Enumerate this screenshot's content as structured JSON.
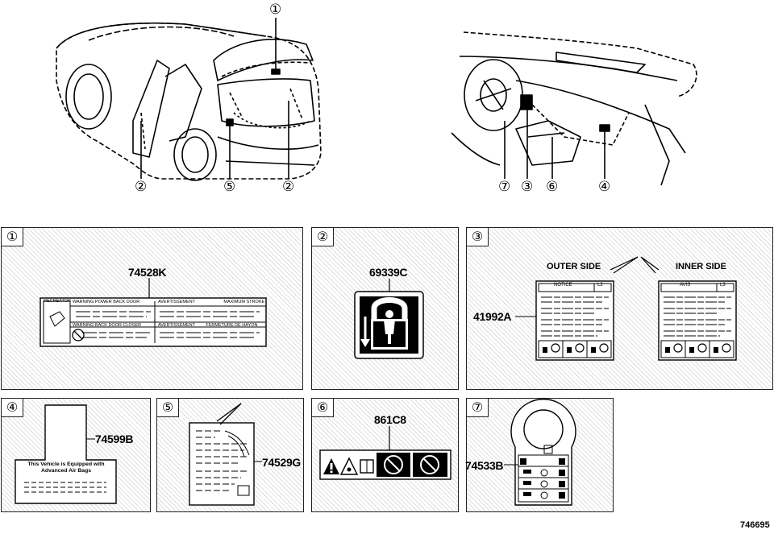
{
  "callouts": [
    "①",
    "②",
    "③",
    "④",
    "⑤",
    "⑥",
    "⑦"
  ],
  "panels": {
    "p1": {
      "num": "①",
      "part": "74528K",
      "label_cells": [
        "RECREATOR",
        "WARNING",
        "POWER",
        "BACK",
        "DOOR",
        "AVERTISSEMENT",
        "MAXIMUM STROKE",
        "WARNING",
        "BACK",
        "DOOR",
        "CLOSER",
        "AVERTISSEMENT",
        "FERMETURE DE HAYON"
      ]
    },
    "p2": {
      "num": "②",
      "part": "69339C"
    },
    "p3": {
      "num": "③",
      "part": "41992A",
      "outer_side": "OUTER SIDE",
      "inner_side": "INNER SIDE",
      "outer_header": "NOTICE",
      "outer_tag": "L2",
      "inner_header": "AVIS",
      "inner_tag": "L3"
    },
    "p4": {
      "num": "④",
      "part": "74599B",
      "text_line1": "This Vehicle is Equipped with",
      "text_line2": "Advanced Air Bags"
    },
    "p5": {
      "num": "⑤",
      "part": "74529G"
    },
    "p6": {
      "num": "⑥",
      "part": "861C8"
    },
    "p7": {
      "num": "⑦",
      "part": "74533B"
    }
  },
  "drawing_number": "746695"
}
